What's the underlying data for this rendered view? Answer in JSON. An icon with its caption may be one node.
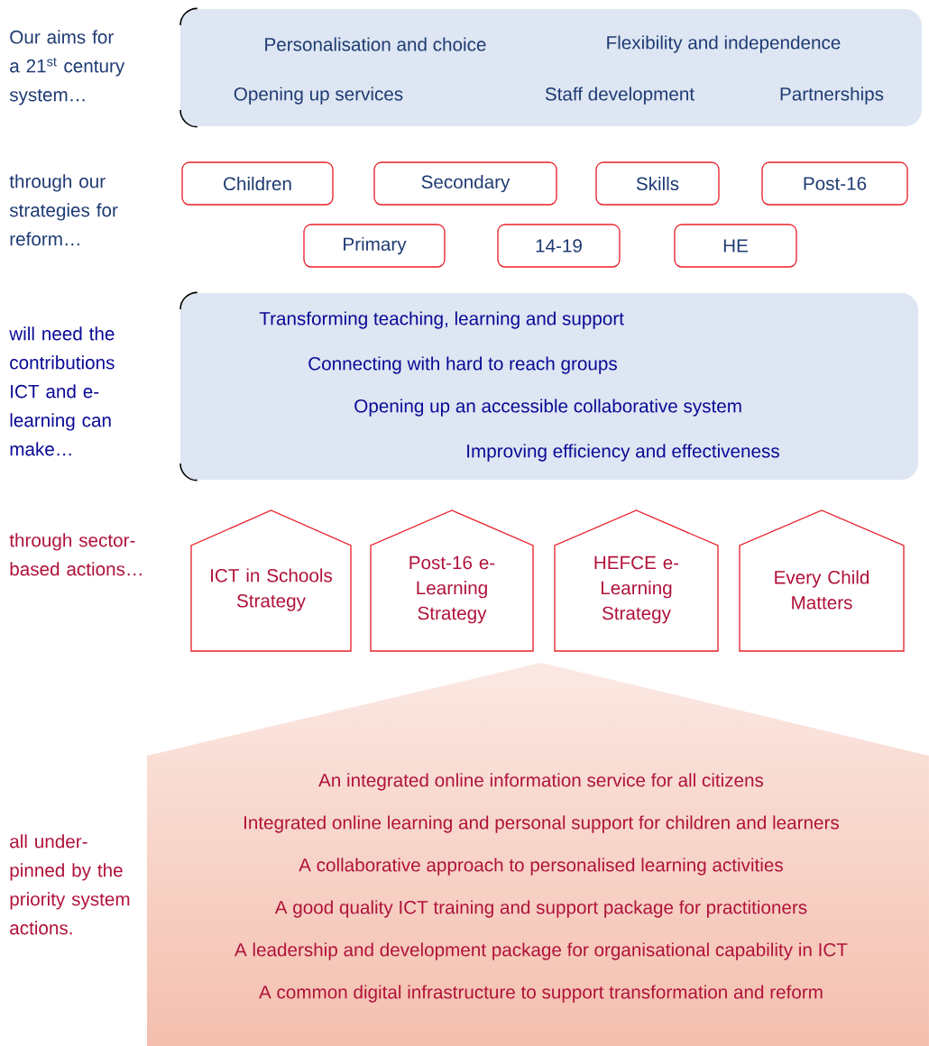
{
  "diagram": {
    "nodes": [
      {
        "text": [
          "Personalisation and choice",
          "Flexibility and independence",
          "Opening up services",
          "Staff development",
          "Partnerships"
        ]
      },
      {
        "text": [
          "Children"
        ]
      },
      {
        "text": [
          "Secondary"
        ]
      },
      {
        "text": [
          "Skills"
        ]
      },
      {
        "text": [
          "Post-16"
        ]
      },
      {
        "text": [
          "Primary"
        ]
      },
      {
        "text": [
          "14-19"
        ]
      },
      {
        "text": [
          "HE"
        ]
      },
      {
        "text": [
          "Transforming teaching, learning and support",
          "Connecting with hard to reach groups",
          "Opening up an accessible collaborative system",
          "Improving efficiency and effectiveness"
        ]
      },
      {
        "text": [
          "ICT in Schools Strategy"
        ]
      },
      {
        "text": [
          "Post-16 e-Learning Strategy"
        ]
      },
      {
        "text": [
          "HEFCE e-Learning Strategy"
        ]
      },
      {
        "text": [
          "Every Child Matters"
        ]
      },
      {
        "text": [
          "An integrated online information service for all citizens",
          "Integrated online learning and personal support for children and learners",
          "A collaborative approach to personalised learning activities",
          "A good quality ICT training and support package for practitioners",
          "A leadership and development package for organisational capability in ICT",
          "A common digital infrastructure to support transformation and reform"
        ]
      }
    ],
    "labels": [
      "Our aims for a 21$^{st}$ century system…",
      "through our strategies for reform…",
      "will need the contributions ICT and e-learning can make…",
      "through sector-based actions…",
      "all under-pinned by the priority system actions."
    ]
  }
}
